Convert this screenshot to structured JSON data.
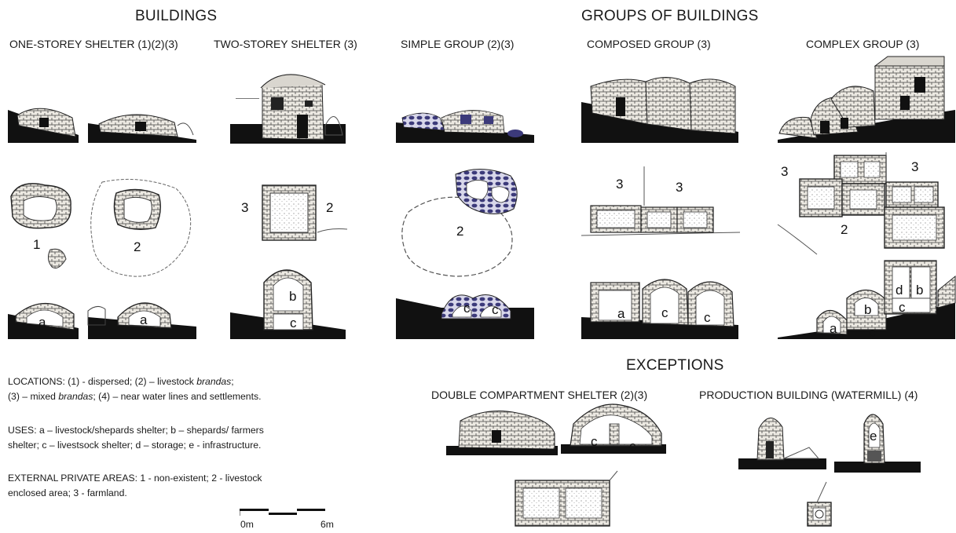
{
  "headings": {
    "buildings": "BUILDINGS",
    "groups": "GROUPS OF BUILDINGS",
    "exceptions": "EXCEPTIONS"
  },
  "columns": {
    "one_storey": "ONE-STOREY SHELTER (1)(2)(3)",
    "two_storey": "TWO-STOREY SHELTER (3)",
    "simple_group": "SIMPLE  GROUP (2)(3)",
    "composed_group": "COMPOSED GROUP (3)",
    "complex_group": "COMPLEX GROUP (3)",
    "double_compartment": "DOUBLE COMPARTMENT  SHELTER (2)(3)",
    "production": "PRODUCTION BUILDING (WATERMILL) (4)"
  },
  "legend": {
    "locations_1": "LOCATIONS: (1) - dispersed; (2) – livestock ",
    "locations_1_it": "brandas",
    "locations_1_end": ";",
    "locations_2": "(3) – mixed ",
    "locations_2_it": "brandas",
    "locations_2_end": "; (4) – near water lines and settlements.",
    "uses_1": "USES: a – livestock/shepards shelter; b – shepards/ farmers",
    "uses_2": "shelter; c – livestsock shelter; d – storage; e - infrastructure.",
    "external_1": "EXTERNAL PRIVATE AREAS: 1 - non-existent;  2 - livestock",
    "external_2": "enclosed area; 3 - farmland."
  },
  "scale": {
    "start": "0m",
    "end": "6m"
  },
  "labels": {
    "one": "1",
    "two": "2",
    "three": "3",
    "a": "a",
    "b": "b",
    "c": "c",
    "d": "d",
    "e": "e"
  },
  "colors": {
    "ink": "#111111",
    "stone_fill": "#e9e6df",
    "blue_stone": "#3c3a7a"
  }
}
